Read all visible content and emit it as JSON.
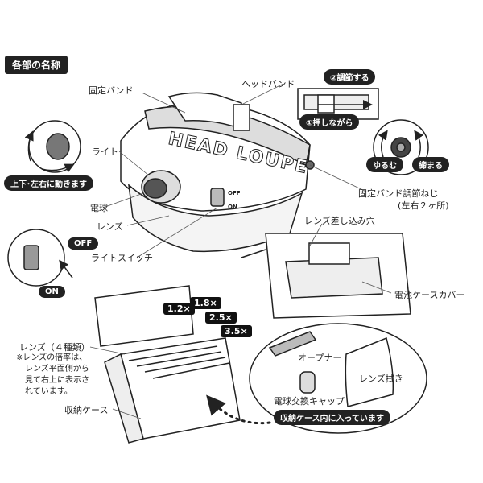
{
  "section_title": "各部の名称",
  "labels": {
    "fixed_band": "固定バンド",
    "head_band": "ヘッドバンド",
    "light": "ライト",
    "bulb": "電球",
    "lens": "レンズ",
    "light_switch": "ライトスイッチ",
    "adjust_screw": "固定バンド調節ねじ",
    "adjust_screw_note": "(左右２ヶ所)",
    "lens_slot": "レンズ差し込み穴",
    "battery_cover": "電池ケースカバー",
    "lenses_4": "レンズ（４種類）",
    "lens_note_1": "※レンズの倍率は、",
    "lens_note_2": "レンズ平面側から",
    "lens_note_3": "見て右上に表示さ",
    "lens_note_4": "れています。",
    "storage_case": "収納ケース",
    "opener": "オープナー",
    "lens_cloth": "レンズ拭き",
    "bulb_cap": "電球交換キャップ"
  },
  "pills": {
    "adjust": "②調節する",
    "press": "①押しながら",
    "loosen": "ゆるむ",
    "tighten": "締まる",
    "rotate": "上下･左右に動きます",
    "included": "収納ケース内に入っています"
  },
  "switch": {
    "off": "OFF",
    "on": "ON",
    "off_small": "OFF",
    "on_small": "ON"
  },
  "band_text": "HEAD LOUPE",
  "magnifications": [
    "1.2×",
    "1.8×",
    "2.5×",
    "3.5×"
  ]
}
